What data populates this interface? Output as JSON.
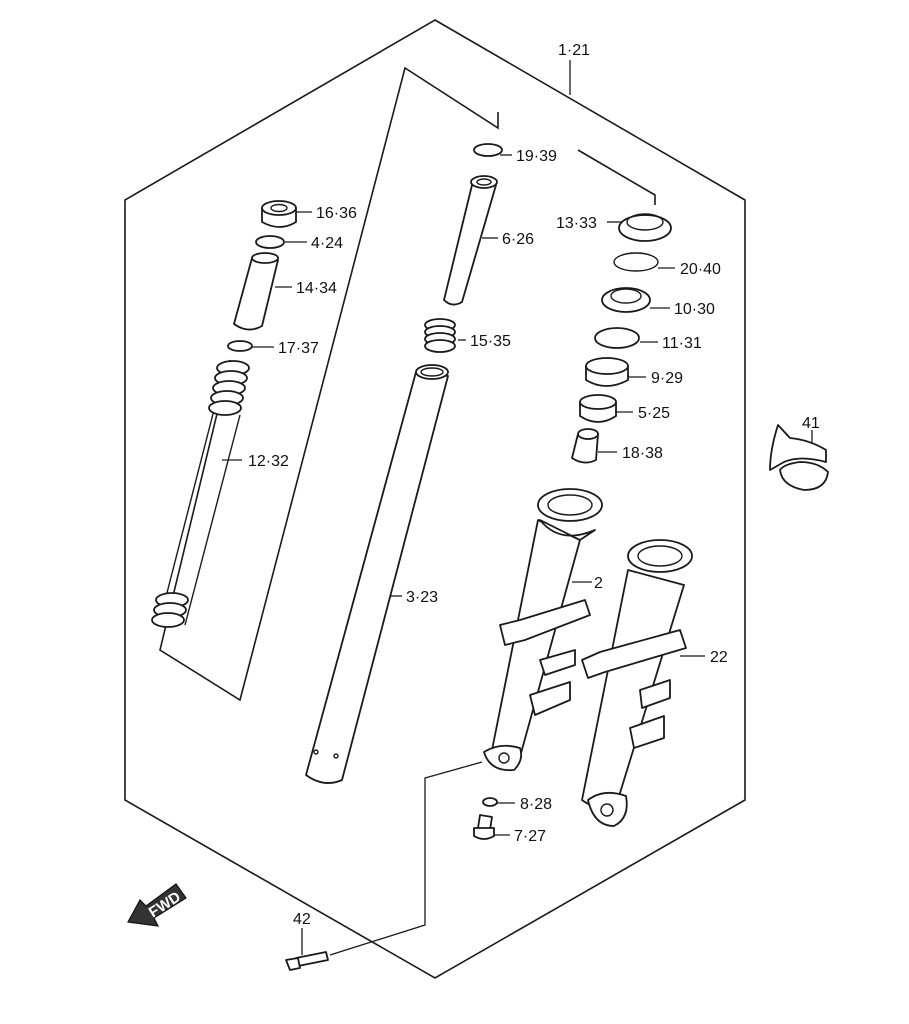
{
  "callouts": {
    "c_1_21": "1·21",
    "c_19_39": "19·39",
    "c_16_36": "16·36",
    "c_4_24": "4·24",
    "c_6_26": "6·26",
    "c_13_33": "13·33",
    "c_20_40": "20·40",
    "c_14_34": "14·34",
    "c_10_30": "10·30",
    "c_15_35": "15·35",
    "c_17_37": "17·37",
    "c_11_31": "11·31",
    "c_9_29": "9·29",
    "c_5_25": "5·25",
    "c_41": "41",
    "c_18_38": "18·38",
    "c_12_32": "12·32",
    "c_2": "2",
    "c_3_23": "3·23",
    "c_22": "22",
    "c_8_28": "8·28",
    "c_7_27": "7·27",
    "c_42": "42"
  },
  "fwd_label": "FWD"
}
